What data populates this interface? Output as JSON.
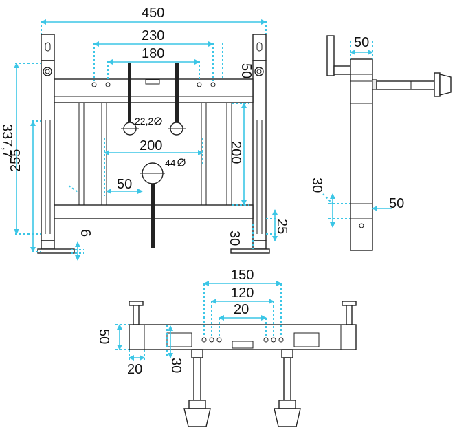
{
  "front_view": {
    "dim_total_width": "450",
    "dim_outer_holes": "230",
    "dim_inner_holes": "180",
    "dim_top_offset": "50",
    "dim_total_height": "337,7",
    "dim_inner_height": "255",
    "dim_pipe_diameter_small": "22,2",
    "dim_pipe_spacing": "200",
    "dim_pipe_diameter_large": "44",
    "dim_pipe_offset": "50",
    "dim_frame_height": "200",
    "dim_foot_25": "25",
    "dim_foot_30": "30",
    "dim_foot_6": "6"
  },
  "side_view": {
    "dim_top_width": "50",
    "dim_bottom_height": "30",
    "dim_bottom_width": "50"
  },
  "top_view": {
    "dim_150": "150",
    "dim_120": "120",
    "dim_20_top": "20",
    "dim_depth": "50",
    "dim_20_bottom": "20",
    "dim_30": "30"
  },
  "colors": {
    "dimension": "#3cc6e6",
    "line": "#222222"
  },
  "icons": {
    "diameter_symbol": "diameter-icon"
  }
}
